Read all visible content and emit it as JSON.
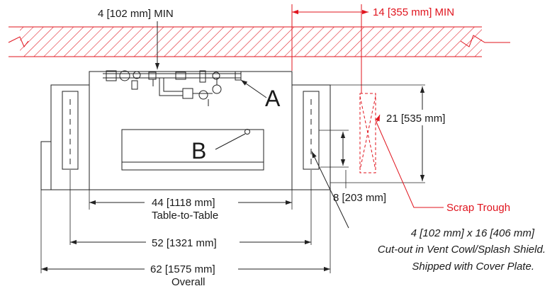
{
  "colors": {
    "line": "#222222",
    "accent": "#e0141e",
    "background": "#ffffff"
  },
  "top": {
    "min_clearance": "4 [102 mm] MIN",
    "side_clearance": "14 [355 mm] MIN"
  },
  "callouts": {
    "a": "A",
    "b": "B"
  },
  "dims": {
    "depth": "21 [535 mm]",
    "cutout_offset": "8 [203 mm]",
    "table_to_table_value": "44 [1118 mm]",
    "table_to_table_caption": "Table-to-Table",
    "cutout_spacing": "52 [1321 mm]",
    "overall_value": "62 [1575 mm]",
    "overall_caption": "Overall"
  },
  "scrap_trough": "Scrap Trough",
  "note": {
    "line1": "4 [102 mm] x 16 [406 mm]",
    "line2": "Cut-out in Vent Cowl/Splash Shield.",
    "line3": "Shipped with Cover Plate."
  }
}
